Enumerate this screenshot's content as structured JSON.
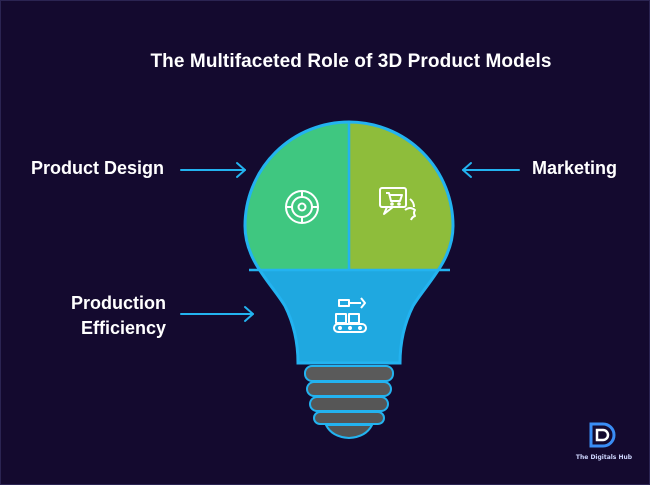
{
  "title": "The Multifaceted Role of 3D Product Models",
  "segments": [
    {
      "label": "Product Design",
      "icon": "gear-target-icon",
      "color": "#3fc780"
    },
    {
      "label": "Marketing",
      "icon": "cart-speech-icon",
      "color": "#8ebd3b"
    },
    {
      "label_lines": [
        "Production",
        "Efficiency"
      ],
      "icon": "robot-conveyor-icon",
      "color": "#1fa8e0"
    }
  ],
  "colors": {
    "background": "#140a2f",
    "arrow": "#23b3f0",
    "outline": "#23b3f0",
    "base": "#5c5c5c"
  },
  "logo": {
    "text": "The Digitals Hub"
  }
}
